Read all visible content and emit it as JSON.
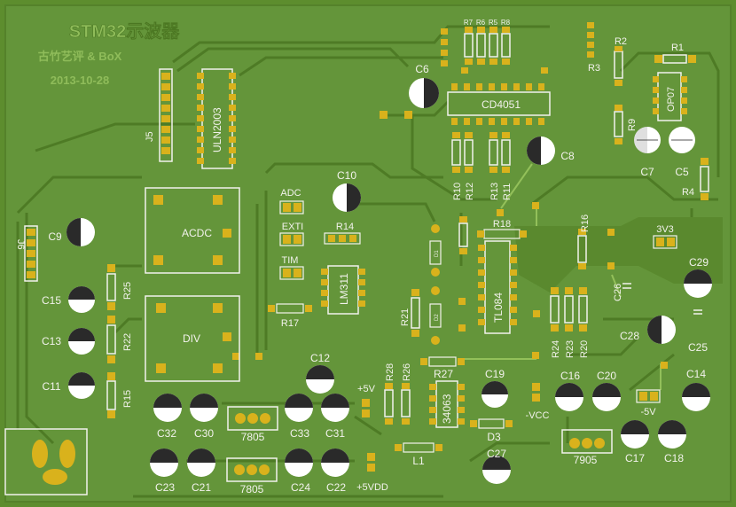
{
  "header": {
    "title": "STM32示波器",
    "subtitle": "古竹艺评 & BoX",
    "date": "2013-10-28"
  },
  "labels": {
    "r7": "R7",
    "r6": "R6",
    "r5": "R5",
    "r8": "R8",
    "r2": "R2",
    "r1": "R1",
    "r3": "R3",
    "r9": "R9",
    "r4": "R4",
    "c6": "C6",
    "cd4051": "CD4051",
    "op07": "OP07",
    "c7": "C7",
    "c5": "C5",
    "c8": "C8",
    "j5": "J5",
    "uln2003": "ULN2003",
    "r10": "R10",
    "r12": "R12",
    "r13": "R13",
    "r11": "R11",
    "c10": "C10",
    "adc": "ADC",
    "exti": "EXTI",
    "tim": "TIM",
    "r14": "R14",
    "lm311": "LM311",
    "r17": "R17",
    "acdc": "ACDC",
    "div": "DIV",
    "j6": "J6",
    "c9": "C9",
    "c15": "C15",
    "c13": "C13",
    "c11": "C11",
    "r25": "R25",
    "r22": "R22",
    "r15": "R15",
    "r18": "R18",
    "r16": "R16",
    "tl084": "TL084",
    "r21": "R21",
    "v3v3": "3V3",
    "c29": "C29",
    "c25": "C25",
    "c26": "C26",
    "c28": "C28",
    "r24": "R24",
    "r23": "R23",
    "r20": "R20",
    "c12": "C12",
    "plus5v": "+5V",
    "r28": "R28",
    "r26": "R26",
    "r27": "R27",
    "c19": "C19",
    "mvcc": "-VCC",
    "c16": "C16",
    "c20": "C20",
    "c14": "C14",
    "m5v": "-5V",
    "ic34063": "34063",
    "d3": "D3",
    "l1": "L1",
    "c32": "C32",
    "c30": "C30",
    "reg7805a": "7805",
    "c33": "C33",
    "c31": "C31",
    "c23": "C23",
    "c21": "C21",
    "reg7805b": "7805",
    "c24": "C24",
    "c22": "C22",
    "plus5vdd": "+5VDD",
    "c27": "C27",
    "reg7905": "7905",
    "c17": "C17",
    "c18": "C18",
    "d1": "D1",
    "d2": "D2"
  },
  "colors": {
    "board": "#5d8d2e",
    "pour": "#679a35",
    "trace": "#4f7d26",
    "traceLight": "#86b851",
    "pad": "#d9b21c",
    "silk": "#f2f2ec"
  }
}
